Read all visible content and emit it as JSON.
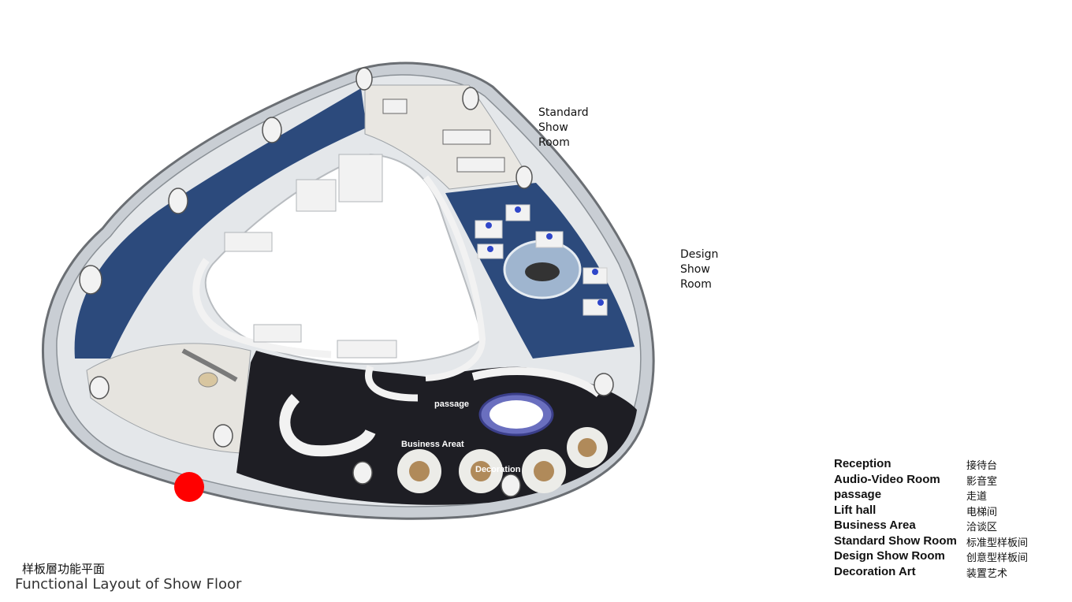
{
  "labels": {
    "standard_show_room": "Standard\nShow\nRoom",
    "design_show_room": "Design\nShow\nRoom",
    "passage": "passage",
    "business_area": "Business Areat",
    "decoration": "Decoration"
  },
  "legend": [
    {
      "en": "Reception",
      "zh": "接待台"
    },
    {
      "en": "Audio-Video Room",
      "zh": "影音室"
    },
    {
      "en": "passage",
      "zh": "走道"
    },
    {
      "en": "Lift hall",
      "zh": "电梯间"
    },
    {
      "en": "Business Area",
      "zh": "洽谈区"
    },
    {
      "en": "Standard Show Room",
      "zh": "标准型样板间"
    },
    {
      "en": "Design Show Room",
      "zh": "创意型样板间"
    },
    {
      "en": "Decoration Art",
      "zh": "装置艺术"
    }
  ],
  "title": {
    "zh": "样板層功能平面",
    "en": "Functional Layout of Show Floor"
  },
  "colors": {
    "corridor_blue": "#2c4a7c",
    "dark_floor": "#1e1e24",
    "wall_white": "#f2f2f2",
    "glass_grey": "#b9c0c7",
    "marker_red": "#ff0000"
  }
}
